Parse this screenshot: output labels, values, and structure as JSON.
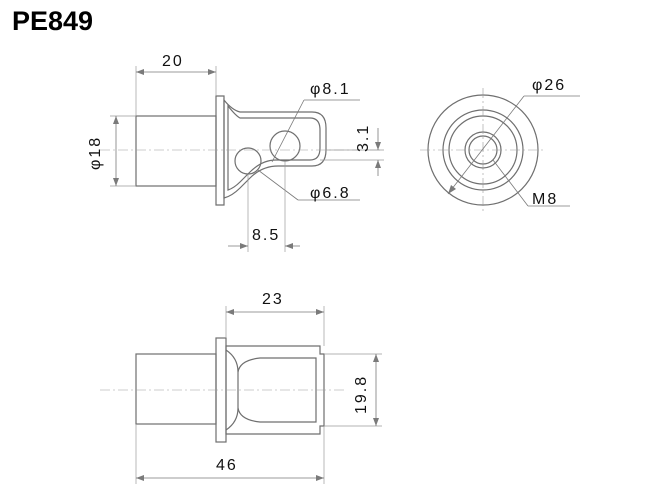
{
  "title": "PE849",
  "views": {
    "side": {
      "dim_length": "20",
      "dim_diameter": "φ18",
      "dim_hole_large": "φ8.1",
      "dim_offset": "3.1",
      "dim_hole_small": "φ6.8",
      "dim_spacing": "8.5"
    },
    "end": {
      "dim_outer": "φ26",
      "dim_thread": "M8"
    },
    "bottom": {
      "dim_overall_top": "23",
      "dim_height": "19.8",
      "dim_overall": "46"
    }
  }
}
